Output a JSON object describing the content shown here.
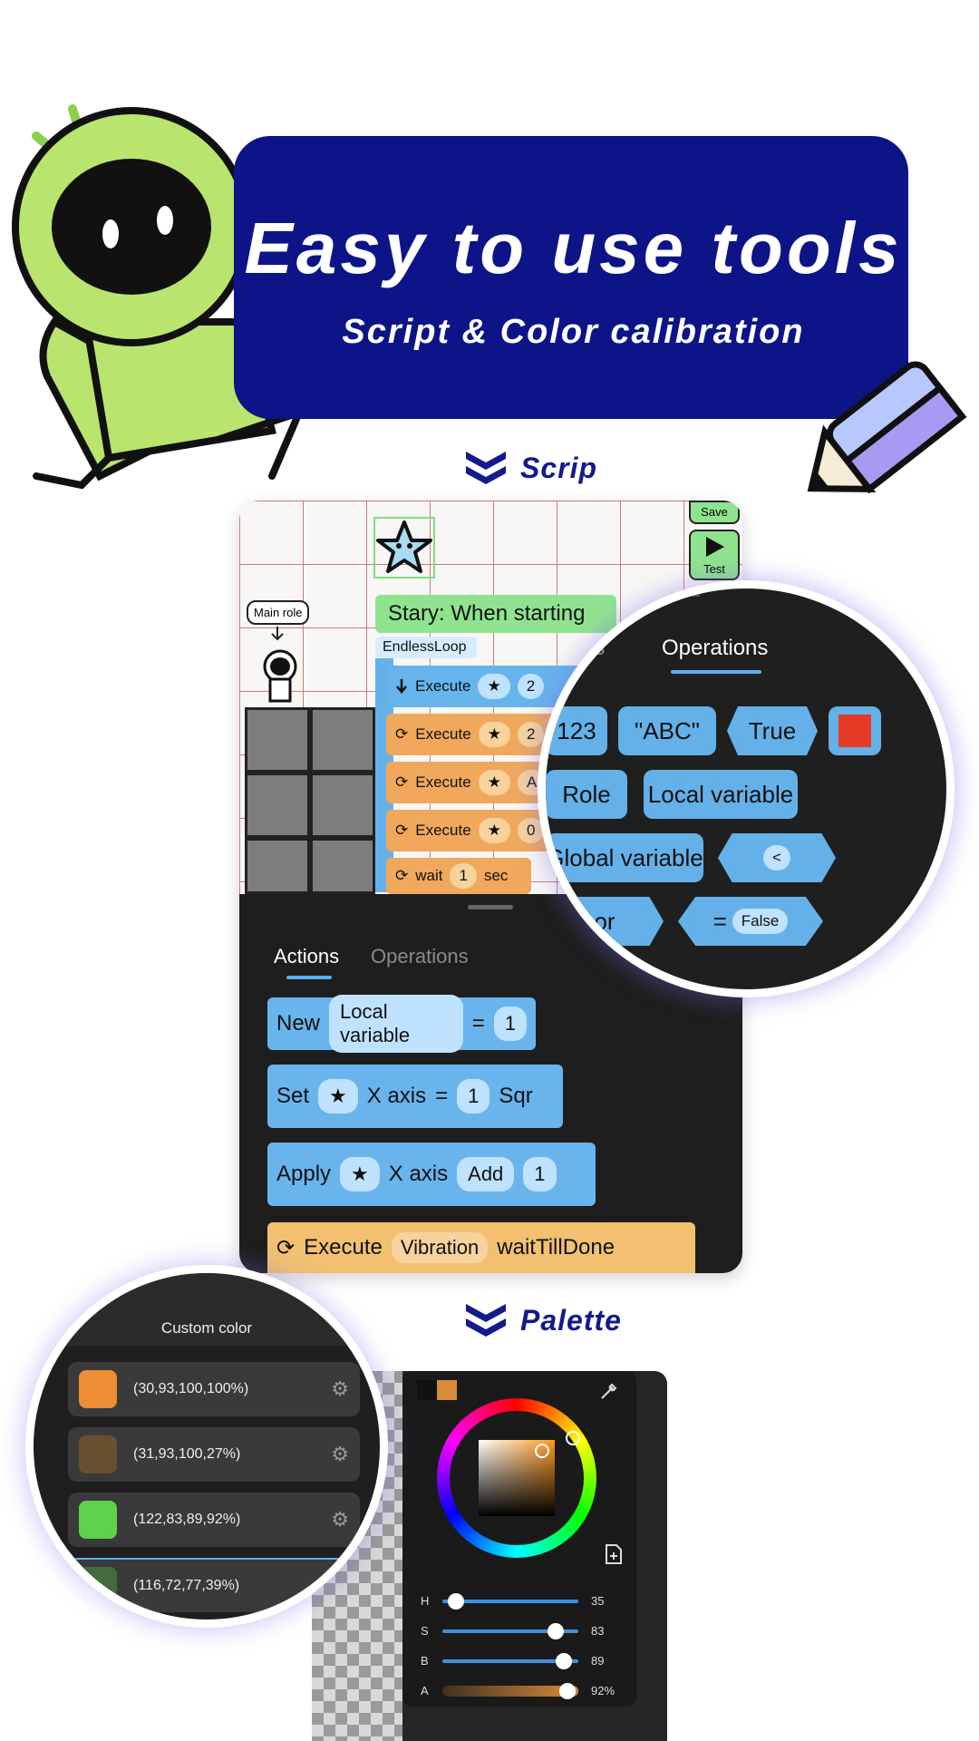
{
  "banner": {
    "title": "Easy to use tools",
    "subtitle": "Script & Color calibration"
  },
  "sections": {
    "script": "Scrip",
    "palette": "Palette"
  },
  "editor": {
    "save_label": "Save",
    "test_label": "Test",
    "main_role_label": "Main role",
    "event_header": "Stary: When starting",
    "loop_label": "EndlessLoop",
    "blocks": [
      {
        "kind": "blue",
        "label": "Execute",
        "arg": "2"
      },
      {
        "kind": "orange",
        "label": "Execute",
        "arg": "2"
      },
      {
        "kind": "orange",
        "label": "Execute",
        "arg": "A"
      },
      {
        "kind": "orange",
        "label": "Execute",
        "arg": "0"
      }
    ],
    "wait_label": "wait",
    "wait_value": "1",
    "wait_unit": "sec"
  },
  "sheet": {
    "tabs": [
      "Actions",
      "Operations"
    ],
    "active_tab": "Actions",
    "row1": {
      "label": "New",
      "field": "Local variable",
      "eq": "=",
      "value": "1"
    },
    "row2": {
      "label": "Set",
      "field": "X axis",
      "eq": "=",
      "value": "1",
      "extra": "Sqr"
    },
    "row3": {
      "label": "Apply",
      "field": "X axis",
      "op": "Add",
      "value": "1"
    },
    "row4": {
      "label": "Execute",
      "field": "Vibration",
      "extra": "waitTillDone"
    }
  },
  "operations_zoom": {
    "tab_partial": "ns",
    "tab_active": "Operations",
    "items": {
      "num": "123",
      "str": "\"ABC\"",
      "bool": "True",
      "role": "Role",
      "local": "Local variable",
      "global": "Global variable",
      "lt": "<",
      "or": "or",
      "eq": "=",
      "false": "False"
    },
    "accent": "#e53b26"
  },
  "palette": {
    "sliders": [
      {
        "label": "H",
        "value": "35",
        "fraction": 0.1
      },
      {
        "label": "S",
        "value": "83",
        "fraction": 0.83
      },
      {
        "label": "B",
        "value": "89",
        "fraction": 0.89
      },
      {
        "label": "A",
        "value": "92%",
        "fraction": 0.92
      }
    ]
  },
  "custom_color": {
    "title": "Custom color",
    "items": [
      {
        "value": "(30,93,100,100%)",
        "color": "#ef8d35"
      },
      {
        "value": "(31,93,100,27%)",
        "color": "#6a4e31"
      },
      {
        "value": "(122,83,89,92%)",
        "color": "#5dd24a"
      },
      {
        "value": "(116,72,77,39%)",
        "color": "#436a3a"
      }
    ]
  },
  "icons": [
    "chevron-down-icon",
    "play-icon",
    "star-icon",
    "refresh-icon",
    "arrow-down-icon",
    "eyedropper-icon",
    "add-file-icon",
    "gear-icon"
  ]
}
